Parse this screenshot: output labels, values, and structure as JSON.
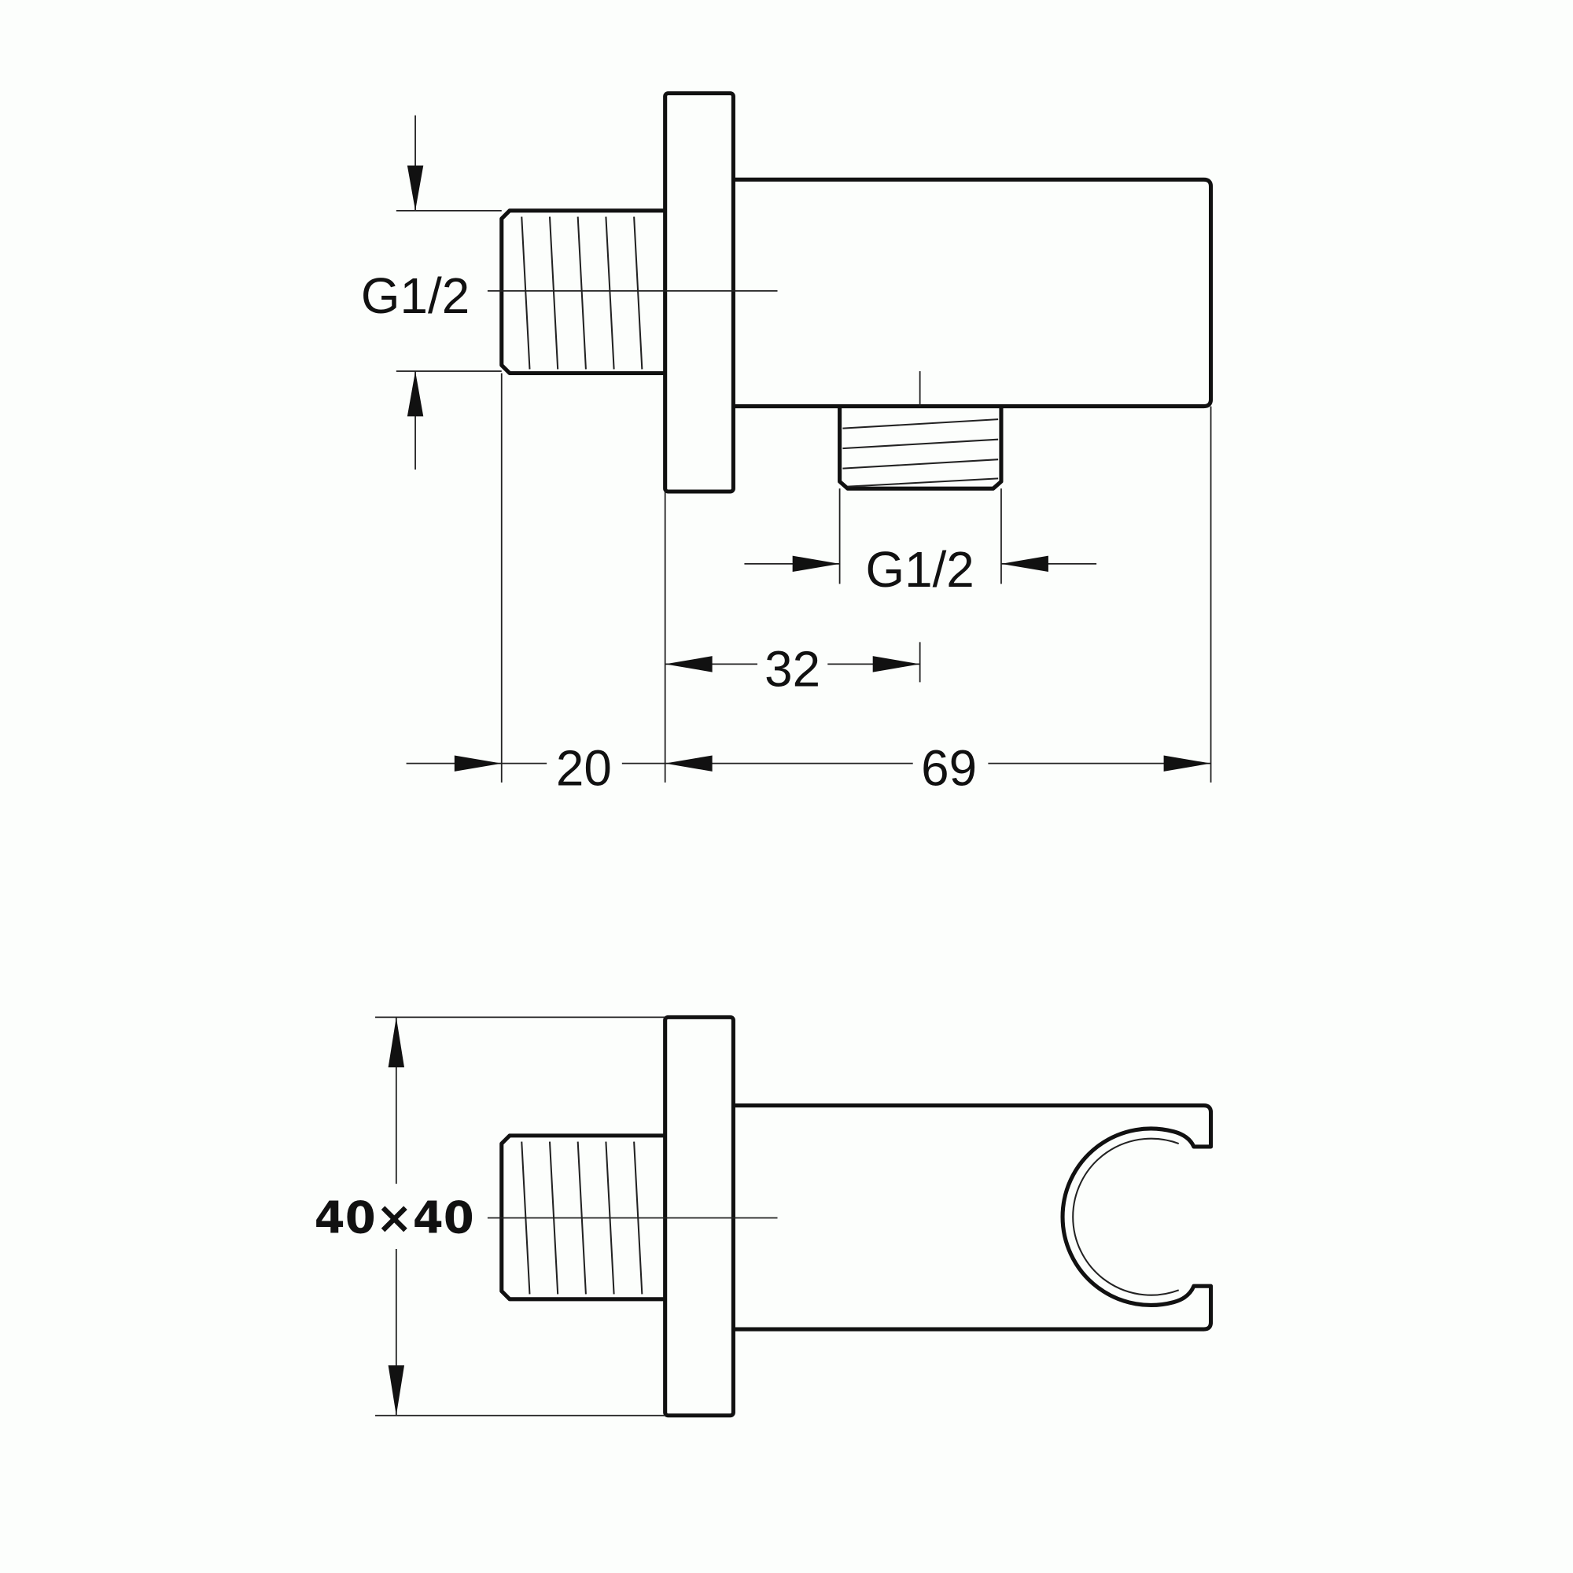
{
  "side_view": {
    "inlet_thread": "G1/2",
    "outlet_thread": "G1/2",
    "outlet_offset": "32",
    "inlet_length": "20",
    "body_length": "69"
  },
  "front_view": {
    "plate_size": "40×40"
  }
}
